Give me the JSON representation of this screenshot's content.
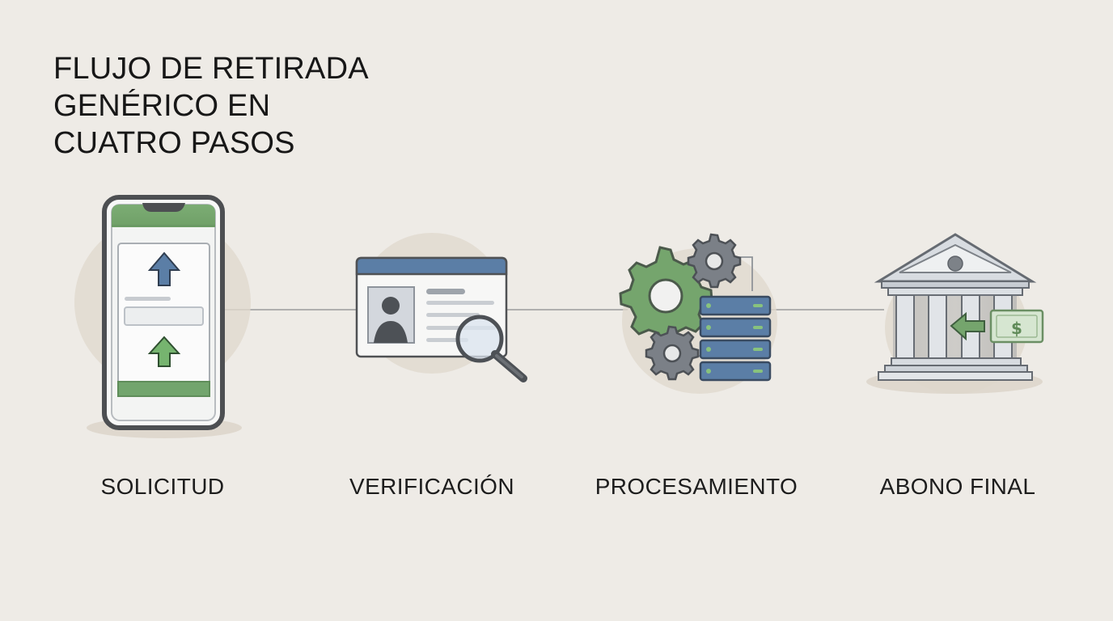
{
  "title": {
    "lines": [
      "FLUJO DE RETIRADA",
      "GENÉRICO EN",
      "CUATRO PASOS"
    ]
  },
  "steps": [
    {
      "label": "SOLICITUD",
      "icon": "smartphone-transfer-icon"
    },
    {
      "label": "VERIFICACIÓN",
      "icon": "id-card-magnifier-icon"
    },
    {
      "label": "PROCESAMIENTO",
      "icon": "gears-server-icon"
    },
    {
      "label": "ABONO FINAL",
      "icon": "bank-cash-icon"
    }
  ],
  "visual": {
    "currency_symbol": "$"
  },
  "colors": {
    "background": "#eeebe6",
    "halo": "#e0d9cd",
    "outline": "#4d4f52",
    "green": "#75a56d",
    "green_light": "#d6e6d1",
    "blue": "#5b7ea6",
    "blue_dark": "#42648b",
    "gray": "#8a8f96",
    "gray_light": "#d9dde2",
    "white": "#f7f7f6"
  }
}
